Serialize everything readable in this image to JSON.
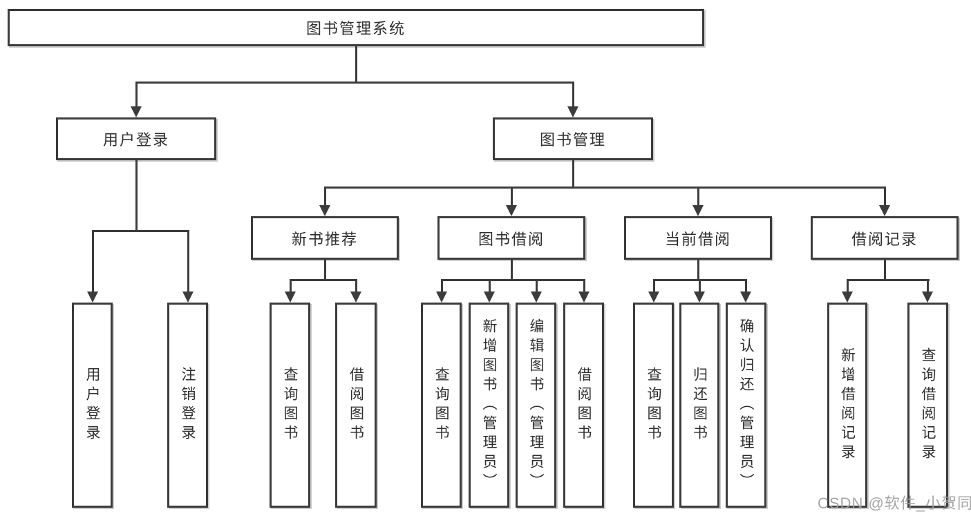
{
  "tree": {
    "root": "图书管理系统",
    "branches": [
      {
        "label": "用户登录",
        "children": [
          "用户登录",
          "注销登录"
        ]
      },
      {
        "label": "图书管理",
        "sections": [
          {
            "label": "新书推荐",
            "children": [
              "查询图书",
              "借阅图书"
            ]
          },
          {
            "label": "图书借阅",
            "children": [
              "查询图书",
              "新增图书（管理员）",
              "编辑图书（管理员）",
              "借阅图书"
            ]
          },
          {
            "label": "当前借阅",
            "children": [
              "查询图书",
              "归还图书",
              "确认归还（管理员）"
            ]
          },
          {
            "label": "借阅记录",
            "children": [
              "新增借阅记录",
              "查询借阅记录"
            ]
          }
        ]
      }
    ]
  },
  "watermark": "CSDN @软件_小贺同学",
  "colors": {
    "line": "#3c3c3c",
    "text": "#2f2f2f",
    "watermark": "#9e9e9e",
    "background": "#ffffff"
  }
}
